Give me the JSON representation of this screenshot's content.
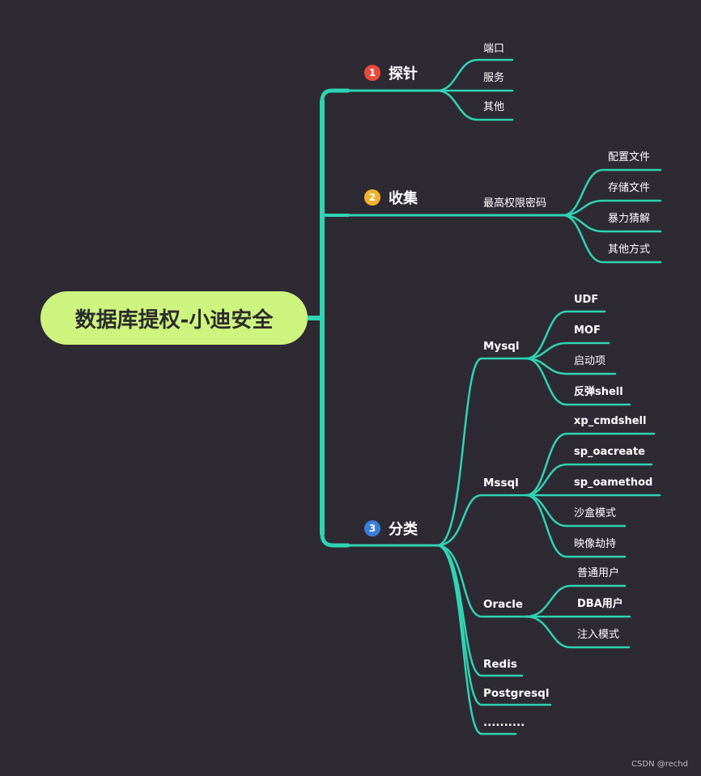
{
  "root": "数据库提权-小迪安全",
  "branches": [
    {
      "num": "1",
      "label": "探针",
      "color": "#e84b3c",
      "children": [
        "端口",
        "服务",
        "其他"
      ]
    },
    {
      "num": "2",
      "label": "收集",
      "color": "#f2b22c",
      "mid": "最高权限密码",
      "children": [
        "配置文件",
        "存储文件",
        "暴力猜解",
        "其他方式"
      ]
    },
    {
      "num": "3",
      "label": "分类",
      "color": "#3c7ddb",
      "groups": [
        {
          "label": "Mysql",
          "children": [
            "UDF",
            "MOF",
            "启动项",
            "反弹shell"
          ]
        },
        {
          "label": "Mssql",
          "children": [
            "xp_cmdshell",
            "sp_oacreate",
            "sp_oamethod",
            "沙盒模式",
            "映像劫持"
          ]
        },
        {
          "label": "Oracle",
          "children": [
            "普通用户",
            "DBA用户",
            "注入模式"
          ]
        },
        {
          "label": "Redis"
        },
        {
          "label": "Postgresql"
        },
        {
          "label": ".........."
        }
      ]
    }
  ],
  "credit": "CSDN @rechd",
  "line_color": "#2fd4b4"
}
